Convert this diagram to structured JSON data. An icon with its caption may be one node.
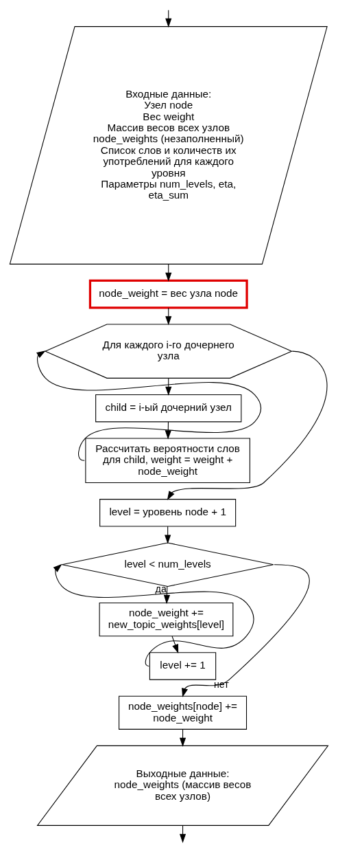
{
  "diagram": {
    "nodes": [
      {
        "text": [
          "Входные данные:",
          "Узел node",
          "Вес weight",
          "Массив весов всех узлов node_weights (незаполненный)",
          "Список слов и количеств их употреблений для каждого уровня",
          "Параметры num_levels, eta, eta_sum"
        ]
      },
      {
        "text": [
          "node_weight = вес узла node"
        ]
      },
      {
        "text": [
          "Для каждого i-го дочернего узла"
        ]
      },
      {
        "text": [
          "child = i-ый дочерний узел"
        ]
      },
      {
        "text": [
          "Рассчитать вероятности слов для child, weight = weight + node_weight"
        ]
      },
      {
        "text": [
          "level = уровень node + 1"
        ]
      },
      {
        "text": [
          "level < num_levels"
        ]
      },
      {
        "text": [
          "node_weight += new_topic_weights[level]"
        ]
      },
      {
        "text": [
          "level += 1"
        ]
      },
      {
        "text": [
          "node_weights[node] += node_weight"
        ]
      },
      {
        "text": [
          "Выходные данные:",
          "node_weights (массив весов всех узлов)"
        ]
      }
    ],
    "edges": [
      {
        "from": null,
        "to": 0,
        "arrow": "to"
      },
      {
        "from": 0,
        "to": 1,
        "arrow": "to"
      },
      {
        "from": 1,
        "to": 2,
        "arrow": "to"
      },
      {
        "from": 2,
        "to": 3,
        "arrow": "to"
      },
      {
        "from": 3,
        "to": 4,
        "arrow": "to"
      },
      {
        "from": 4,
        "to": 2,
        "arrow": "to"
      },
      {
        "from": 2,
        "to": 5,
        "arrow": "to"
      },
      {
        "from": 5,
        "to": 6,
        "arrow": "to"
      },
      {
        "from": 6,
        "to": 7,
        "arrow": "to",
        "label": "да"
      },
      {
        "from": 7,
        "to": 8,
        "arrow": "to"
      },
      {
        "from": 8,
        "to": 6,
        "arrow": "to"
      },
      {
        "from": 6,
        "to": 9,
        "arrow": "to",
        "label": "нет"
      },
      {
        "from": 9,
        "to": 10,
        "arrow": "to"
      },
      {
        "from": 10,
        "to": null,
        "arrow": "to"
      }
    ]
  }
}
